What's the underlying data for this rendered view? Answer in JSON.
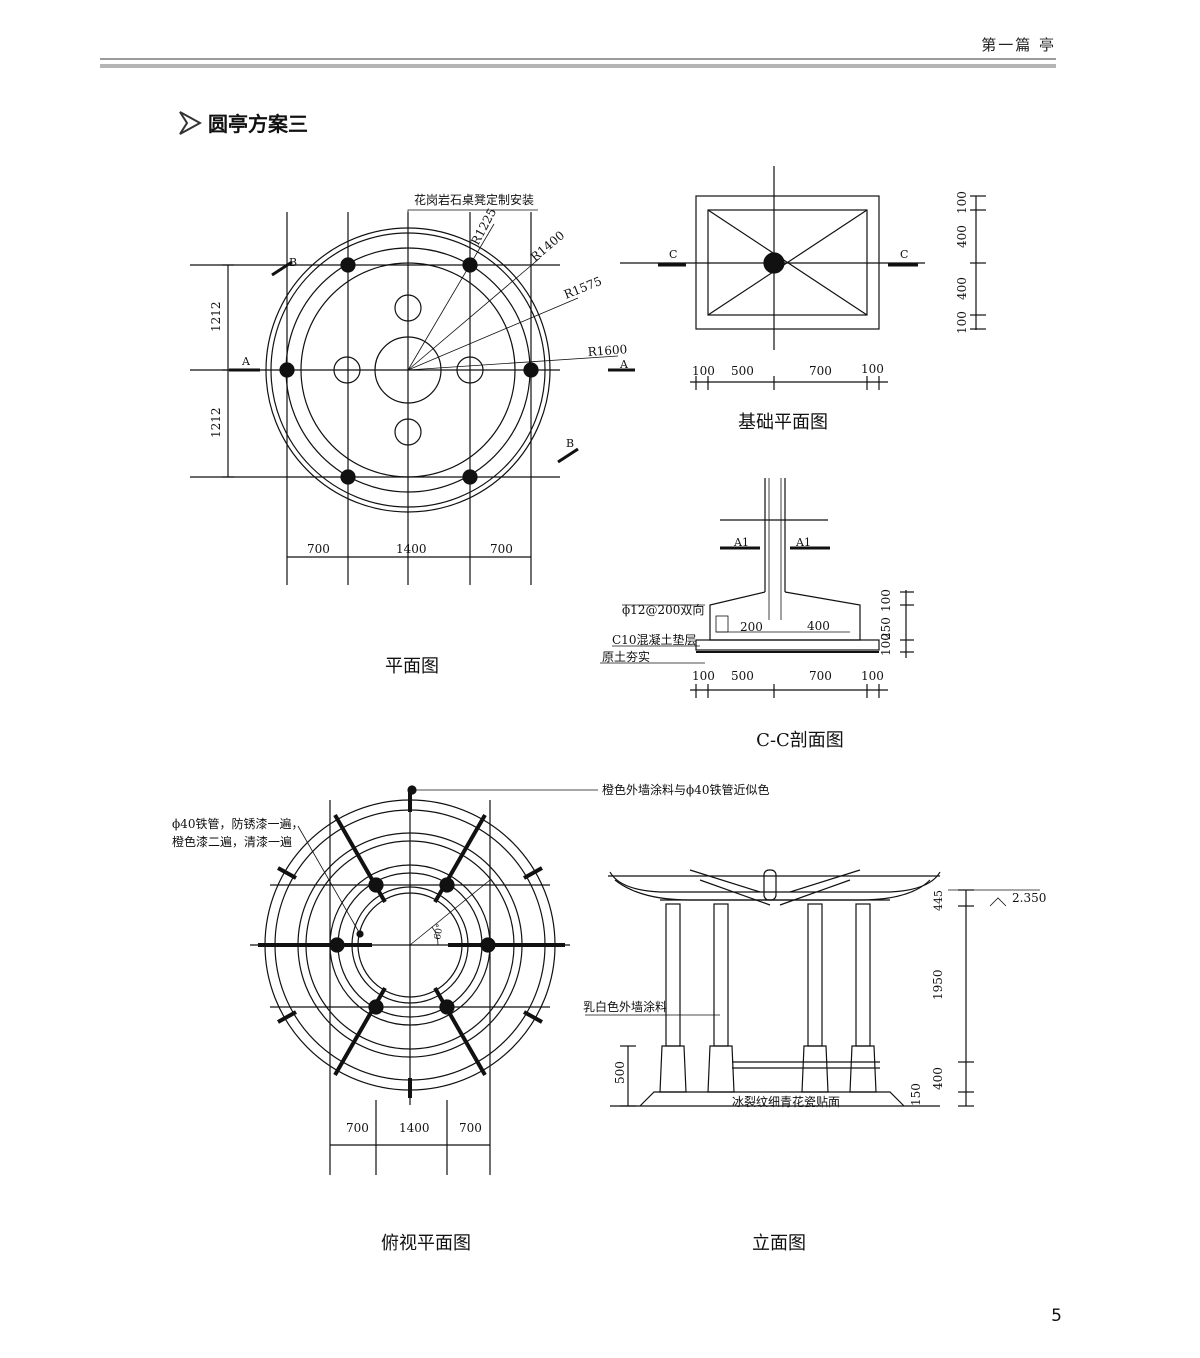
{
  "header": {
    "chapter": "第一篇  亭"
  },
  "section": {
    "title": "圆亭方案三"
  },
  "plan": {
    "caption": "平面图",
    "note": "花岗岩石桌凳定制安装",
    "radii": [
      "R1225",
      "R1400",
      "R1575",
      "R1600"
    ],
    "dims_v": [
      "1212",
      "1212"
    ],
    "dims_h": [
      "700",
      "1400",
      "700"
    ],
    "sec_a": "A",
    "sec_b": "B"
  },
  "foundation_plan": {
    "caption": "基础平面图",
    "sec_c": "C",
    "dims_h": [
      "100",
      "500",
      "700",
      "100"
    ],
    "dims_v": [
      "100",
      "400",
      "400",
      "100"
    ]
  },
  "section_cc": {
    "caption": "C-C剖面图",
    "sec_a1": "A1",
    "rebar": "ϕ12@200双向",
    "cushion": "C10混凝土垫层",
    "soil": "原土夯实",
    "inner_dims": [
      "200",
      "400"
    ],
    "dims_h": [
      "100",
      "500",
      "700",
      "100"
    ],
    "dims_v": [
      "100",
      "250",
      "100"
    ]
  },
  "top_view": {
    "caption": "俯视平面图",
    "note_color": "橙色外墙涂料与ϕ40铁管近似色",
    "note_pipe_1": "ϕ40铁管，防锈漆一遍，",
    "note_pipe_2": "橙色漆二遍，清漆一遍",
    "angle": "60°",
    "dims_h": [
      "700",
      "1400",
      "700"
    ]
  },
  "elevation": {
    "caption": "立面图",
    "level": "2.350",
    "note_paint": "乳白色外墙涂料",
    "note_tile": "冰裂纹细青花瓷贴面",
    "dims_v": [
      "445",
      "1950",
      "400",
      "150"
    ],
    "dim_bench": "500"
  },
  "page_number": "5"
}
